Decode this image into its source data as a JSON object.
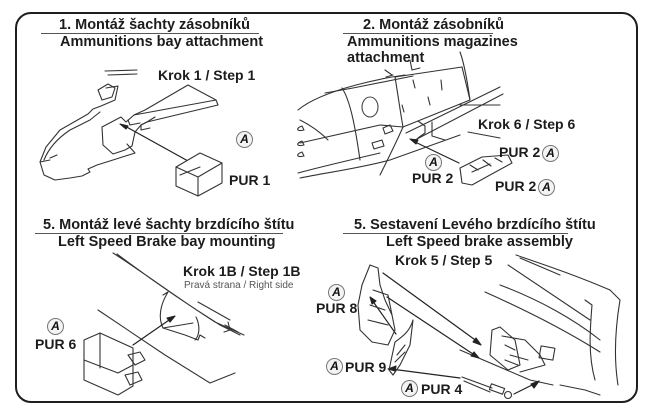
{
  "sections": [
    {
      "id": "1",
      "heading_cz": "1. Montáž šachty zásobníků",
      "heading_en": "Ammunitions bay attachment",
      "step": "Krok 1 / Step 1",
      "parts": [
        {
          "label": "PUR 1",
          "badge": "A"
        }
      ]
    },
    {
      "id": "2",
      "heading_cz": "2. Montáž zásobníků",
      "heading_en_line1": "Ammunitions magazines",
      "heading_en_line2": "attachment",
      "step": "Krok 6 / Step 6",
      "parts": [
        {
          "label": "PUR 2",
          "badge": "A"
        },
        {
          "label": "PUR 2",
          "badge": "A"
        },
        {
          "label": "PUR 2",
          "badge": "A"
        }
      ]
    },
    {
      "id": "3",
      "heading_cz": "5. Montáž levé šachty brzdícího štítu",
      "heading_en": "Left Speed Brake bay mounting",
      "step": "Krok 1B / Step 1B",
      "note": "Pravá strana / Right side",
      "parts": [
        {
          "label": "PUR 6",
          "badge": "A"
        }
      ]
    },
    {
      "id": "4",
      "heading_cz": "5. Sestavení Levého brzdícího štítu",
      "heading_en": "Left Speed brake assembly",
      "step": "Krok 5 / Step 5",
      "parts": [
        {
          "label": "PUR 8",
          "badge": "A"
        },
        {
          "label": "PUR 9",
          "badge": "A"
        },
        {
          "label": "PUR 4",
          "badge": "A"
        }
      ]
    }
  ],
  "colors": {
    "line": "#333333",
    "frame": "#1e1e1e",
    "text": "#1c1c1c",
    "badge_border": "#777777"
  }
}
